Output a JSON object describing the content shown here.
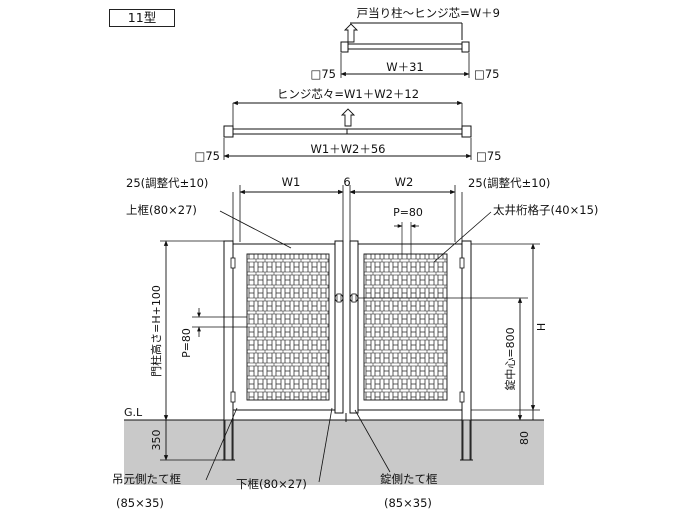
{
  "title": {
    "model": "11型"
  },
  "top_section": {
    "stop_to_hinge": "戸当り柱～ヒンジ芯=W＋9",
    "post_left": "□75",
    "post_right": "□75",
    "single_width": "W＋31"
  },
  "middle_section": {
    "hinge_to_hinge": "ヒンジ芯々=W1＋W2＋12",
    "post_left": "□75",
    "post_right": "□75",
    "total_width": "W1＋W2＋56"
  },
  "widths": {
    "left_adjust": "25(調整代±10)",
    "w1": "W1",
    "gap": "6",
    "w2": "W2",
    "right_adjust": "25(調整代±10)"
  },
  "labels": {
    "top_frame": "上框(80×27)",
    "pitch_top": "P=80",
    "lattice": "太井桁格子(40×15)",
    "post_height": "門柱高さ=H+100",
    "pitch_side": "P=80",
    "height": "H",
    "lock_center": "錠中心=800",
    "ground_level": "G.L",
    "depth": "350",
    "bottom_gap": "80",
    "hinge_stile": "吊元側たて框",
    "hinge_stile_size": "(85×35)",
    "bottom_frame": "下框(80×27)",
    "lock_stile": "錠側たて框",
    "lock_stile_size": "(85×35)"
  }
}
